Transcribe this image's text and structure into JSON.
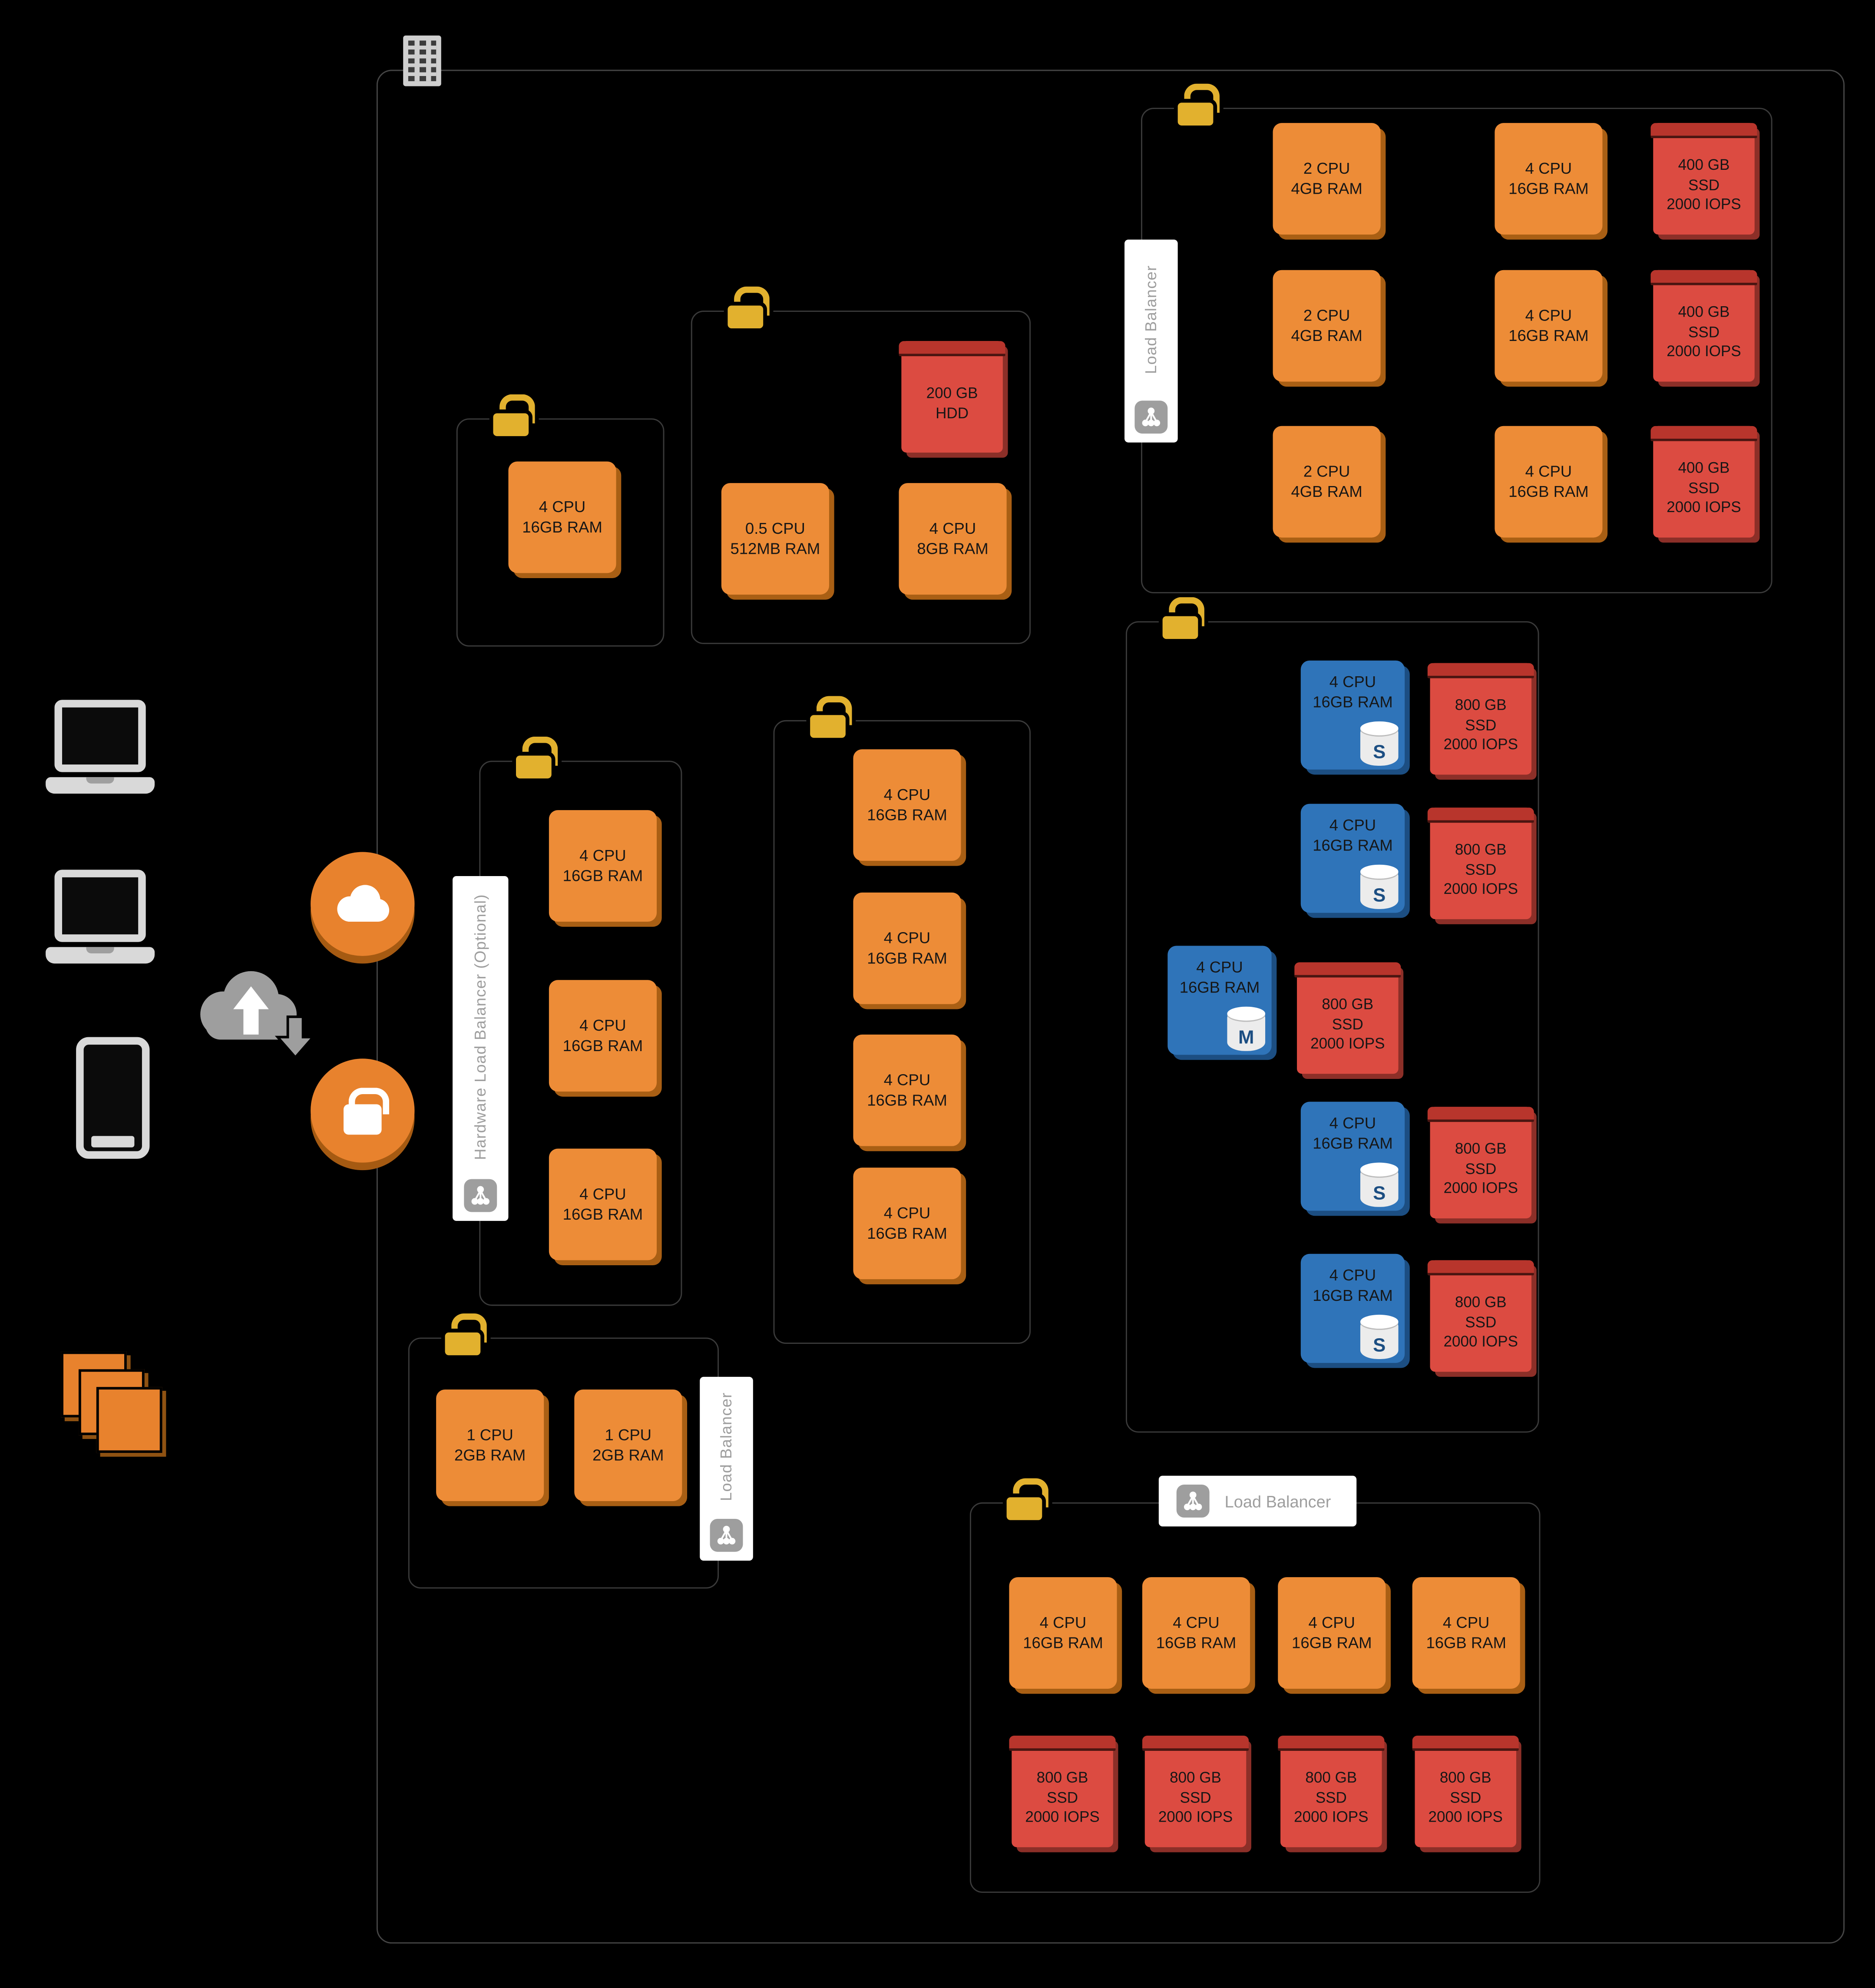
{
  "colors": {
    "node_orange": "#ED8C37",
    "node_orange_shadow": "#A95F14",
    "storage_red": "#DC4B41",
    "storage_red_lid": "#B8352C",
    "db_blue": "#2F74B9",
    "db_blue_shadow": "#1C4E82",
    "padlock_gold": "#E2B12E",
    "label_gray": "#9E9E9E",
    "boundary_border": "#3D3D3D",
    "background": "#000000"
  },
  "groups": {
    "top_right": {
      "lb_label": "Load Balancer",
      "app_nodes": [
        "2 CPU\n4GB RAM",
        "2 CPU\n4GB RAM",
        "2 CPU\n4GB RAM"
      ],
      "web_nodes": [
        "4 CPU\n16GB RAM",
        "4 CPU\n16GB RAM",
        "4 CPU\n16GB RAM"
      ],
      "disks": [
        "400 GB\nSSD\n2000 IOPS",
        "400 GB\nSSD\n2000 IOPS",
        "400 GB\nSSD\n2000 IOPS"
      ]
    },
    "utility": {
      "hdd": "200 GB\nHDD",
      "micro": "0.5 CPU\n512MB RAM",
      "small": "4 CPU\n8GB RAM"
    },
    "single": {
      "node": "4 CPU\n16GB RAM"
    },
    "hw_lb": {
      "label": "Hardware Load Balancer (Optional)",
      "nodes": [
        "4 CPU\n16GB RAM",
        "4 CPU\n16GB RAM",
        "4 CPU\n16GB RAM"
      ]
    },
    "app_stack": {
      "nodes": [
        "4 CPU\n16GB RAM",
        "4 CPU\n16GB RAM",
        "4 CPU\n16GB RAM",
        "4 CPU\n16GB RAM"
      ]
    },
    "db_cluster": {
      "rows": [
        {
          "node": "4 CPU\n16GB RAM",
          "role": "S",
          "disk": "800 GB\nSSD\n2000 IOPS"
        },
        {
          "node": "4 CPU\n16GB RAM",
          "role": "S",
          "disk": "800 GB\nSSD\n2000 IOPS"
        },
        {
          "node": "4 CPU\n16GB RAM",
          "role": "M",
          "disk": "800 GB\nSSD\n2000 IOPS"
        },
        {
          "node": "4 CPU\n16GB RAM",
          "role": "S",
          "disk": "800 GB\nSSD\n2000 IOPS"
        },
        {
          "node": "4 CPU\n16GB RAM",
          "role": "S",
          "disk": "800 GB\nSSD\n2000 IOPS"
        }
      ]
    },
    "small_lb": {
      "lb_label": "Load Balancer",
      "nodes": [
        "1 CPU\n2GB RAM",
        "1 CPU\n2GB RAM"
      ]
    },
    "bottom": {
      "lb_label": "Load Balancer",
      "nodes": [
        "4 CPU\n16GB RAM",
        "4 CPU\n16GB RAM",
        "4 CPU\n16GB RAM",
        "4 CPU\n16GB RAM"
      ],
      "disks": [
        "800 GB\nSSD\n2000 IOPS",
        "800 GB\nSSD\n2000 IOPS",
        "800 GB\nSSD\n2000 IOPS",
        "800 GB\nSSD\n2000 IOPS"
      ]
    }
  }
}
